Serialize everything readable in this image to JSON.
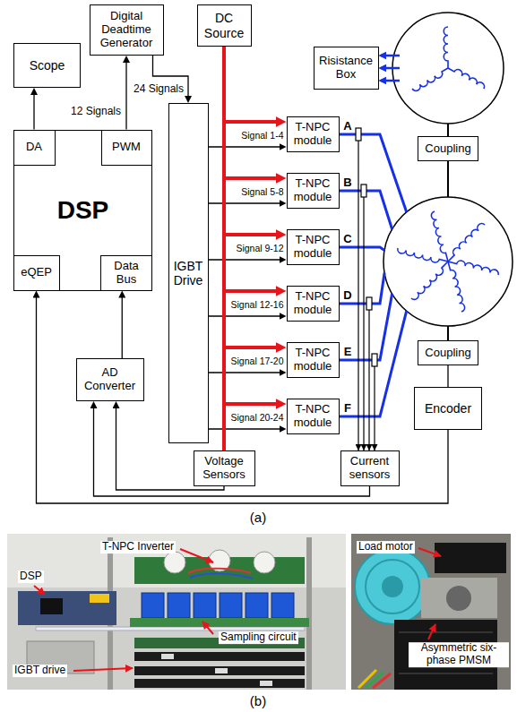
{
  "diagram": {
    "nodes": [
      {
        "text": [
          "Digital Deadtime Generator"
        ]
      },
      {
        "text": [
          "DC Source"
        ]
      },
      {
        "text": [
          "Scope"
        ]
      },
      {
        "text": [
          "Risistance Box"
        ]
      },
      {
        "text": [
          "Coupling"
        ]
      },
      {
        "text": [
          "DSP"
        ]
      },
      {
        "text": [
          "DA"
        ],
        "in": 5
      },
      {
        "text": [
          "PWM"
        ],
        "in": 5
      },
      {
        "text": [
          "eQEP"
        ],
        "in": 5
      },
      {
        "text": [
          "Data Bus"
        ],
        "in": 5
      },
      {
        "text": [
          "IGBT Drive"
        ]
      },
      {
        "text": [
          "T-NPC module"
        ]
      },
      {
        "text": [
          "T-NPC module"
        ]
      },
      {
        "text": [
          "T-NPC module"
        ]
      },
      {
        "text": [
          "T-NPC module"
        ]
      },
      {
        "text": [
          "T-NPC module"
        ]
      },
      {
        "text": [
          "T-NPC module"
        ]
      },
      {
        "text": [
          "AD Converter"
        ]
      },
      {
        "text": [
          "Coupling"
        ]
      },
      {
        "text": [
          "Encoder"
        ]
      },
      {
        "text": [
          "Voltage Sensors"
        ]
      },
      {
        "text": [
          "Current sensors"
        ]
      }
    ],
    "edges": [
      {
        "from": 7,
        "to": 0,
        "label": "12 Signals",
        "arrow": "to"
      },
      {
        "from": 0,
        "to": 10,
        "label": "24 Signals",
        "arrow": "to"
      },
      {
        "from": 6,
        "to": 2,
        "arrow": "to"
      },
      {
        "from": 10,
        "to": 11,
        "label": "Signal 1-4",
        "arrow": "to"
      },
      {
        "from": 10,
        "to": 12,
        "label": "Signal 5-8",
        "arrow": "to"
      },
      {
        "from": 10,
        "to": 13,
        "label": "Signal 9-12",
        "arrow": "to"
      },
      {
        "from": 10,
        "to": 14,
        "label": "Signal 12-16",
        "arrow": "to"
      },
      {
        "from": 10,
        "to": 15,
        "label": "Signal 17-20",
        "arrow": "to"
      },
      {
        "from": 10,
        "to": 16,
        "label": "Signal 20-24",
        "arrow": "to"
      },
      {
        "from": 1,
        "to": 11,
        "arrow": "to"
      },
      {
        "from": 1,
        "to": 12,
        "arrow": "to"
      },
      {
        "from": 1,
        "to": 13,
        "arrow": "to"
      },
      {
        "from": 1,
        "to": 14,
        "arrow": "to"
      },
      {
        "from": 1,
        "to": 15,
        "arrow": "to"
      },
      {
        "from": 1,
        "to": 16,
        "arrow": "to"
      },
      {
        "from": 1,
        "to": 20,
        "arrow": "none"
      },
      {
        "from": 20,
        "to": 17,
        "arrow": "to"
      },
      {
        "from": 21,
        "to": 17,
        "arrow": "to"
      },
      {
        "from": 19,
        "to": 8,
        "arrow": "to"
      },
      {
        "from": 17,
        "to": 9,
        "arrow": "to"
      },
      {
        "from": 18,
        "to": 19,
        "arrow": "none"
      }
    ],
    "labels": [
      "A",
      "B",
      "C",
      "D",
      "E",
      "F",
      "(a)",
      "T-NPC Inverter",
      "DSP",
      "Sampling circuit",
      "IGBT drive",
      "Load motor",
      "Asymmetric six-phase PMSM",
      "(b)"
    ]
  }
}
